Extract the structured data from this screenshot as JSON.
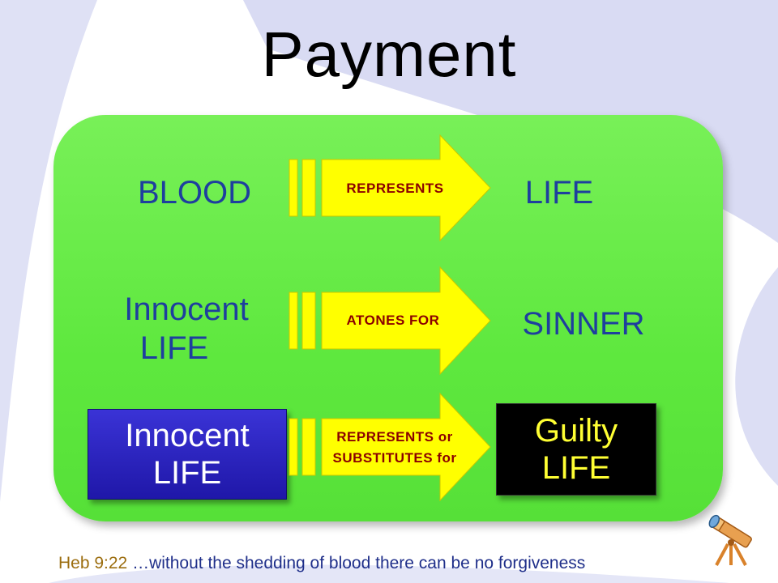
{
  "title": "Payment",
  "rows": [
    {
      "left": "BLOOD",
      "arrow": "REPRESENTS",
      "right": "LIFE"
    },
    {
      "left_line1": "Innocent",
      "left_line2": "LIFE",
      "arrow": "ATONES FOR",
      "right": "SINNER"
    },
    {
      "left_line1": "Innocent",
      "left_line2": "LIFE",
      "arrow_line1": "REPRESENTS or",
      "arrow_line2": "SUBSTITUTES for",
      "right_line1": "Guilty",
      "right_line2": "LIFE"
    }
  ],
  "footer": {
    "reference": "Heb 9:22",
    "text": " …without the shedding of blood there can be no forgiveness"
  },
  "colors": {
    "panel": "#5ee83e",
    "arrow": "#ffff00",
    "label": "#1e3f9e",
    "arrow_text": "#8b0000",
    "blue_box": "#2a22c0",
    "guilty_text": "#ffff33"
  },
  "icons": {
    "corner": "telescope-icon"
  }
}
